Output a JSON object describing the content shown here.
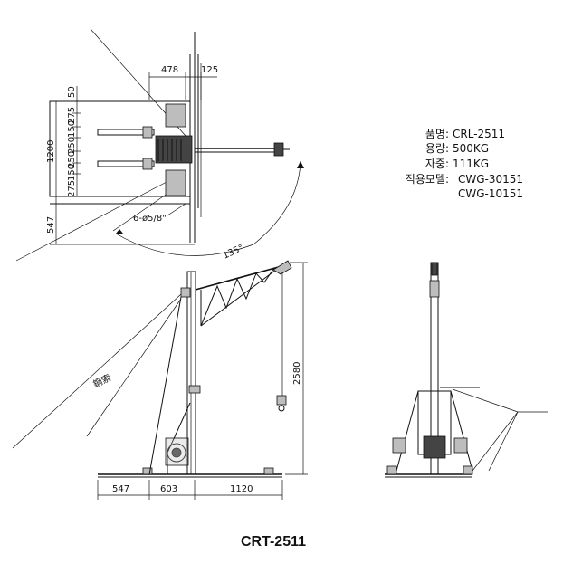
{
  "top_view": {
    "dims": {
      "d478": "478",
      "d125": "125",
      "d50": "50",
      "d275a": "275",
      "d150a": "150",
      "d250a": "250",
      "d250b": "250",
      "d150b": "150",
      "d275b": "275",
      "d1200": "1200",
      "d547": "547",
      "bolt": "6-ø5/8\"",
      "angle": "135°"
    }
  },
  "specs": [
    {
      "label": "품명:",
      "value": "CRL-2511"
    },
    {
      "label": "용량:",
      "value": "500KG"
    },
    {
      "label": "자중:",
      "value": "111KG"
    },
    {
      "label": "적용모델:",
      "value": "CWG-30151"
    },
    {
      "label": "",
      "value": "CWG-10151"
    }
  ],
  "side_view": {
    "rope_label": "鋼索",
    "dims": {
      "height": "2580",
      "base_left": "547",
      "base_mid": "603",
      "base_right": "1120"
    }
  },
  "model_title": "CRT-2511"
}
